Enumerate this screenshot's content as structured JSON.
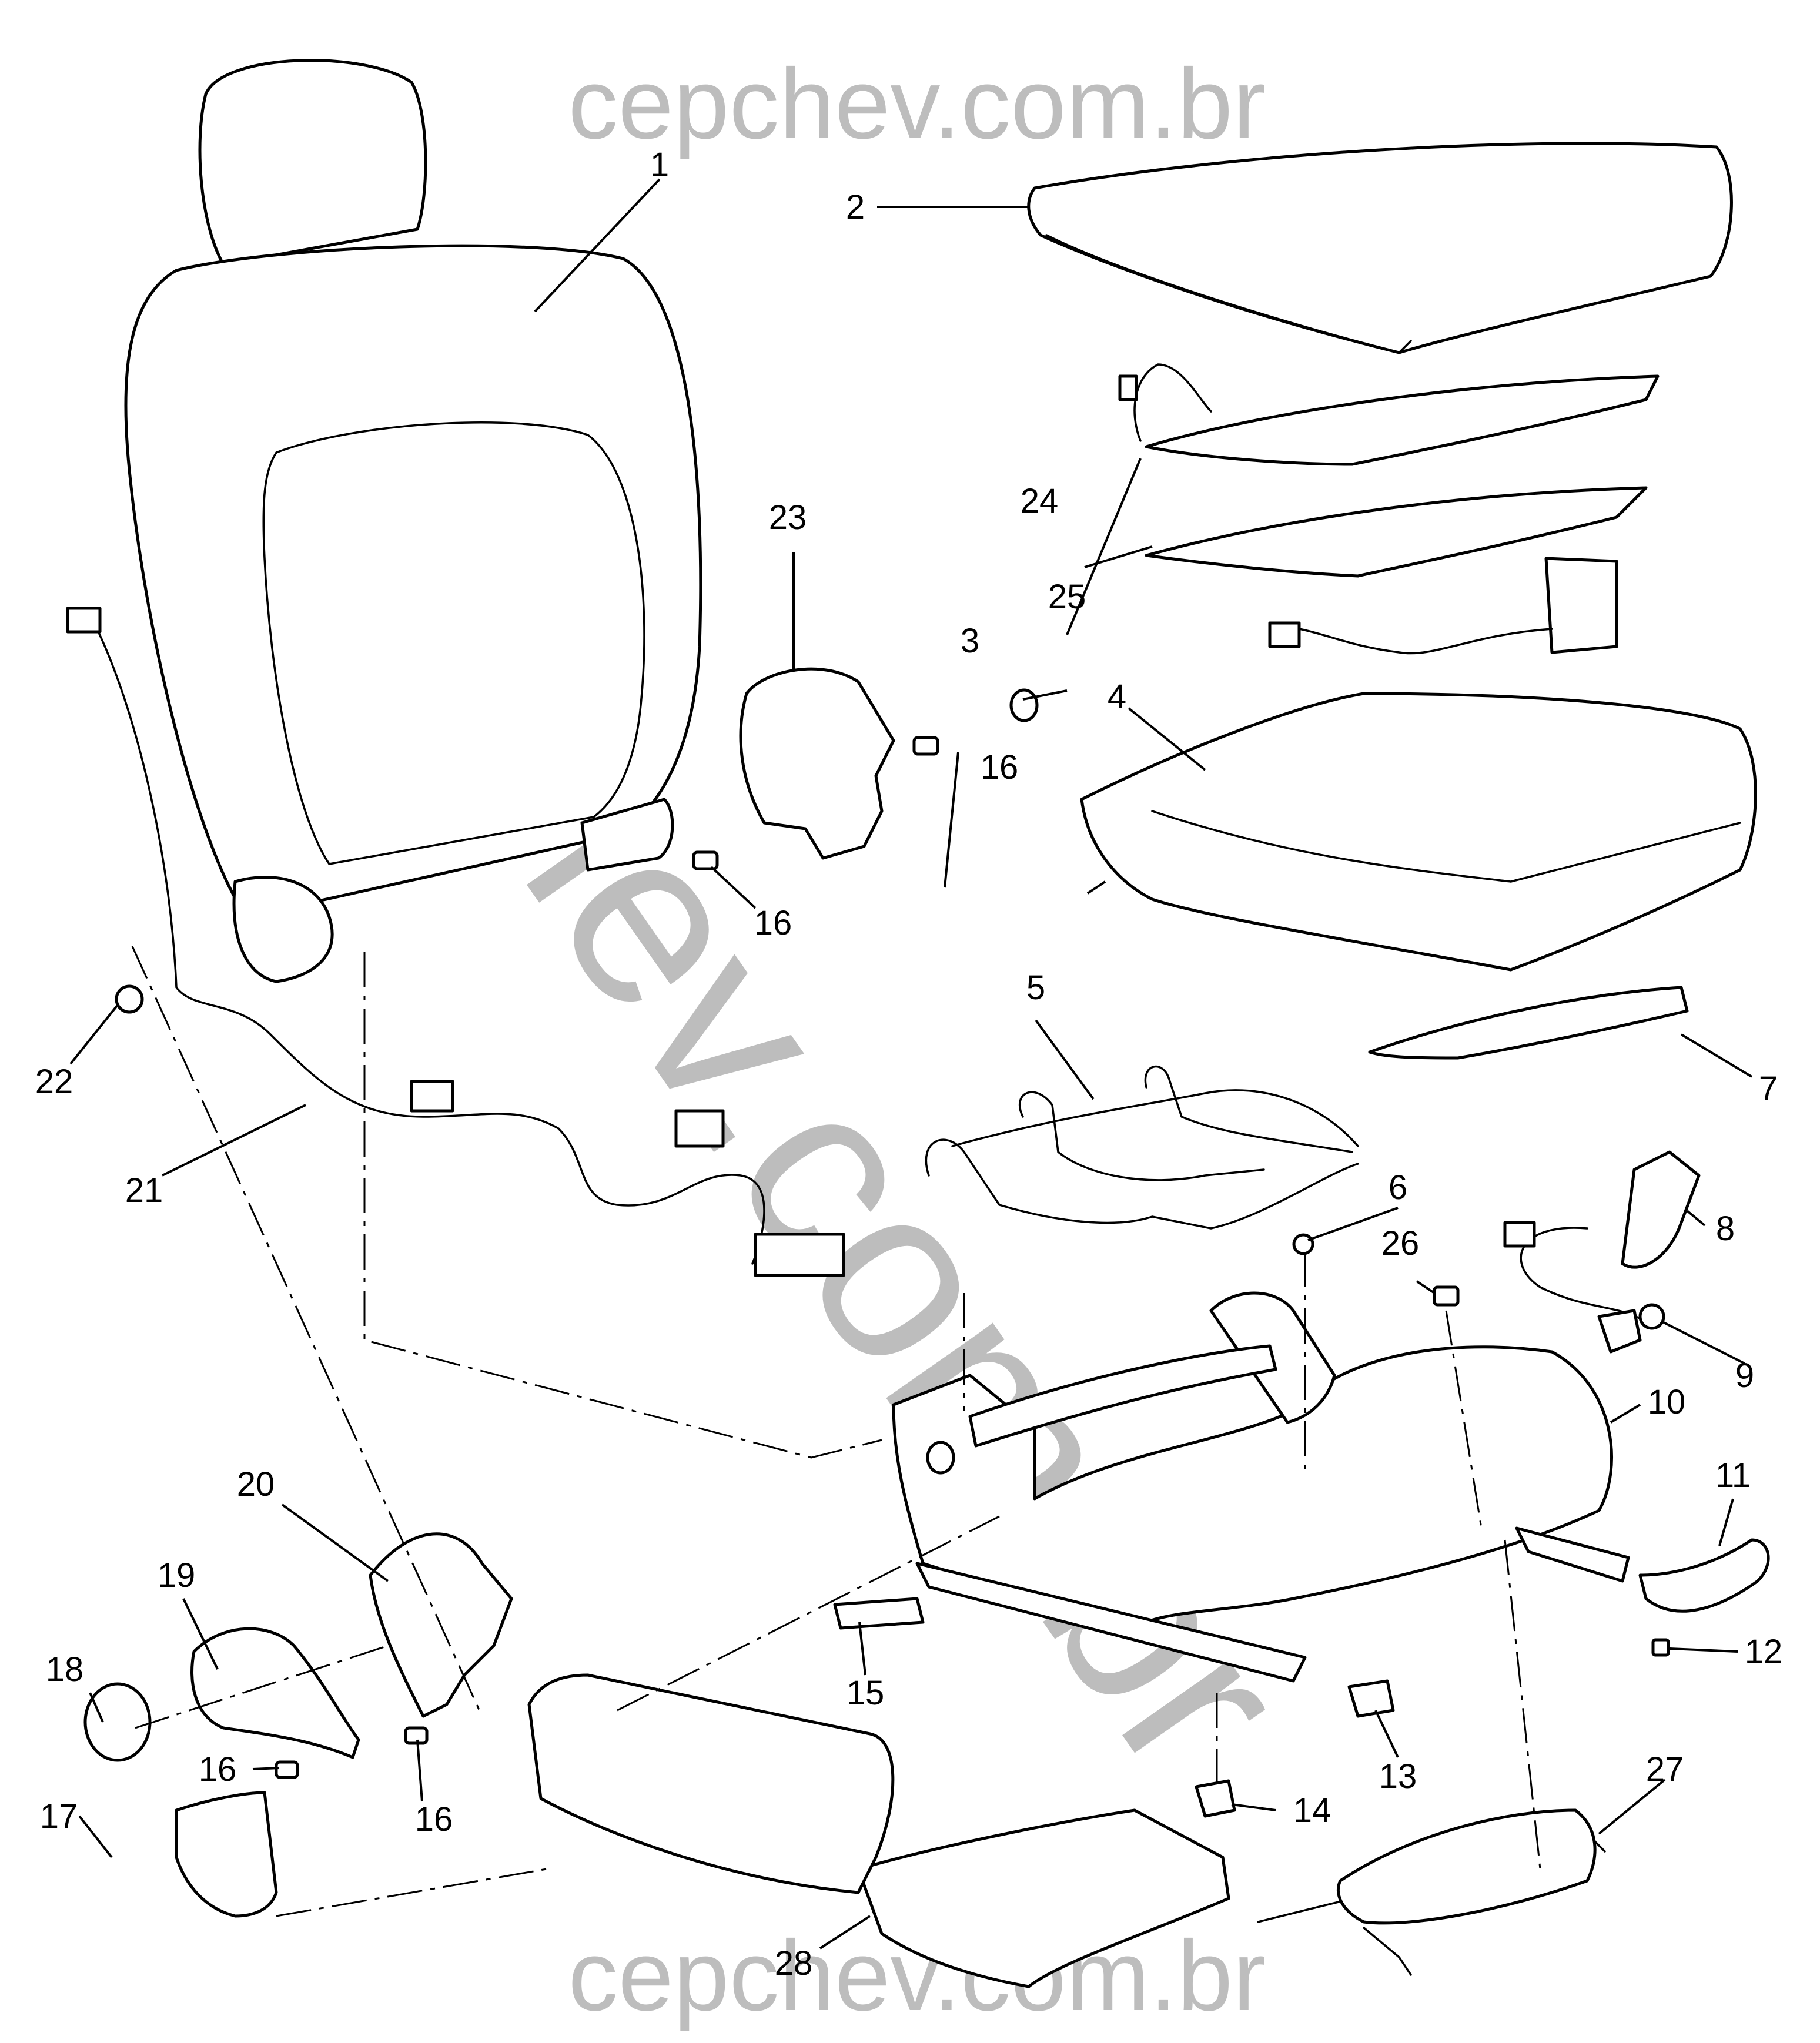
{
  "watermark": {
    "top": "cepchev.com.br",
    "bottom": "cepchev.com.br",
    "diagonal": "cepchev.com.br",
    "color": "#bdbdbd"
  },
  "callouts": {
    "c1": "1",
    "c2": "2",
    "c3": "3",
    "c4": "4",
    "c5": "5",
    "c6": "6",
    "c7": "7",
    "c8": "8",
    "c9": "9",
    "c10": "10",
    "c11": "11",
    "c12": "12",
    "c13": "13",
    "c14": "14",
    "c15": "15",
    "c16a": "16",
    "c16b": "16",
    "c16c": "16",
    "c16d": "16",
    "c17": "17",
    "c18": "18",
    "c19": "19",
    "c20": "20",
    "c21": "21",
    "c22": "22",
    "c23": "23",
    "c24": "24",
    "c25": "25",
    "c26": "26",
    "c27": "27",
    "c28": "28"
  }
}
